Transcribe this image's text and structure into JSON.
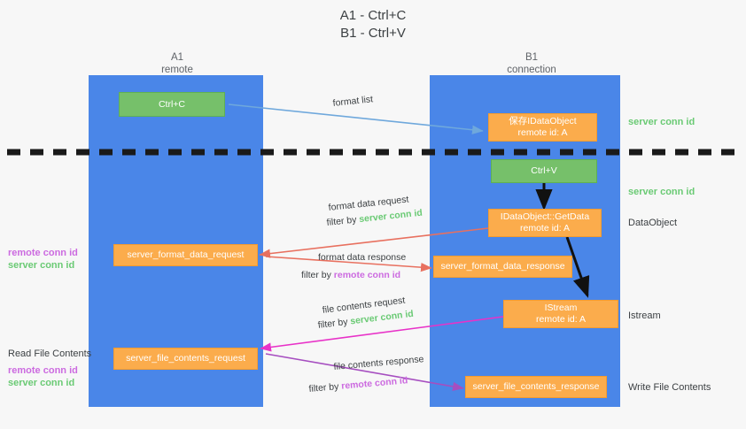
{
  "title": {
    "line1": "A1 - Ctrl+C",
    "line2": "B1 - Ctrl+V"
  },
  "lanes": [
    {
      "name": "A1",
      "sub": "remote"
    },
    {
      "name": "B1",
      "sub": "connection"
    }
  ],
  "nodes": {
    "ctrl_c": {
      "label": "Ctrl+C"
    },
    "ctrl_v": {
      "label": "Ctrl+V"
    },
    "idataobject": {
      "line1": "保存IDataObject",
      "line2": "remote id: A"
    },
    "getdata": {
      "line1": "IDataObject::GetData",
      "line2": "remote id: A"
    },
    "istream": {
      "line1": "IStream",
      "line2": "remote id: A"
    },
    "fmt_req": {
      "label": "server_format_data_request"
    },
    "fmt_resp": {
      "label": "server_format_data_response"
    },
    "file_req": {
      "label": "server_file_contents_request"
    },
    "file_resp": {
      "label": "server_file_contents_response"
    }
  },
  "captions": {
    "format_list": "format list",
    "fmt_req_l1": "format data request",
    "fmt_req_l2_pre": "filter by ",
    "fmt_req_l2_key": "server conn id",
    "fmt_resp_l1": "format data response",
    "fmt_resp_l2_pre": "filter by ",
    "fmt_resp_l2_key": "remote conn id",
    "file_req_l1": "file contents request",
    "file_req_l2_pre": "filter by ",
    "file_req_l2_key": "server conn id",
    "file_resp_l1": "file contents response",
    "file_resp_l2_pre": "filter by ",
    "file_resp_l2_key": "remote conn id"
  },
  "side_labels": {
    "right_server_conn_1": "server conn id",
    "right_server_conn_2": "server conn id",
    "right_dataobject": "DataObject",
    "right_istream": "Istream",
    "right_write_file": "Write File Contents",
    "left_remote_conn_1": "remote conn id",
    "left_server_conn_1": "server conn id",
    "left_read_file": "Read File Contents",
    "left_remote_conn_2": "remote conn id",
    "left_server_conn_2": "server conn id"
  },
  "colors": {
    "lane": "#4a86e8",
    "green_box": "#76c06a",
    "orange_box": "#fbac4c",
    "green_text": "#6aca74",
    "purple_text": "#cc6ae0",
    "blue_arrow": "#6fa8dc",
    "red_arrow": "#e8705f",
    "magenta_arrow": "#e832c8",
    "purple_arrow": "#a64ec0",
    "divider": "#1a1a1a",
    "background": "#f7f7f7"
  }
}
